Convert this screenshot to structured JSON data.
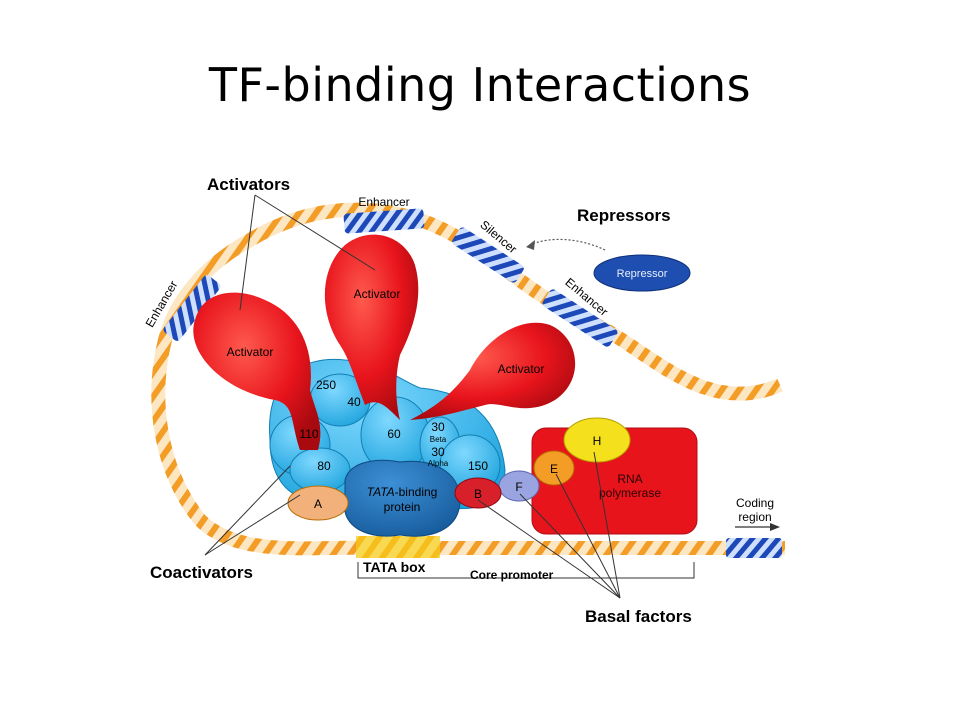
{
  "title": "TF-binding Interactions",
  "labels": {
    "activators": "Activators",
    "repressors": "Repressors",
    "coactivators": "Coactivators",
    "basal_factors": "Basal factors",
    "tata_box": "TATA box",
    "core_promoter": "Core promoter",
    "coding_region_1": "Coding",
    "coding_region_2": "region"
  },
  "dna_elements": {
    "enhancer_top": "Enhancer",
    "enhancer_left": "Enhancer",
    "silencer": "Silencer",
    "enhancer_right": "Enhancer"
  },
  "proteins": {
    "activator": "Activator",
    "repressor": "Repressor",
    "tbp_italic": "TATA",
    "tbp_rest": "-binding",
    "tbp_line2": "protein",
    "rna_pol_1": "RNA",
    "rna_pol_2": "polymerase"
  },
  "taf_subunits": {
    "t250": "250",
    "t40": "40",
    "t110": "110",
    "t60": "60",
    "t30b": "30",
    "beta": "Beta",
    "t30a": "30",
    "alpha": "Alpha",
    "t80": "80",
    "t150": "150"
  },
  "basal": {
    "A": "A",
    "B": "B",
    "F": "F",
    "E": "E",
    "H": "H"
  },
  "colors": {
    "activator": "#e8141c",
    "taf": "#33b4e6",
    "tbp": "#1f6fb5",
    "repressor": "#1e4fb0",
    "dna": "#f5a623",
    "rna_pol": "#e8141c",
    "factor_h": "#f4e01c",
    "factor_e": "#f39c26",
    "factor_a": "#f2b07a",
    "factor_b": "#d8202a",
    "factor_f": "#9aa4e0"
  }
}
